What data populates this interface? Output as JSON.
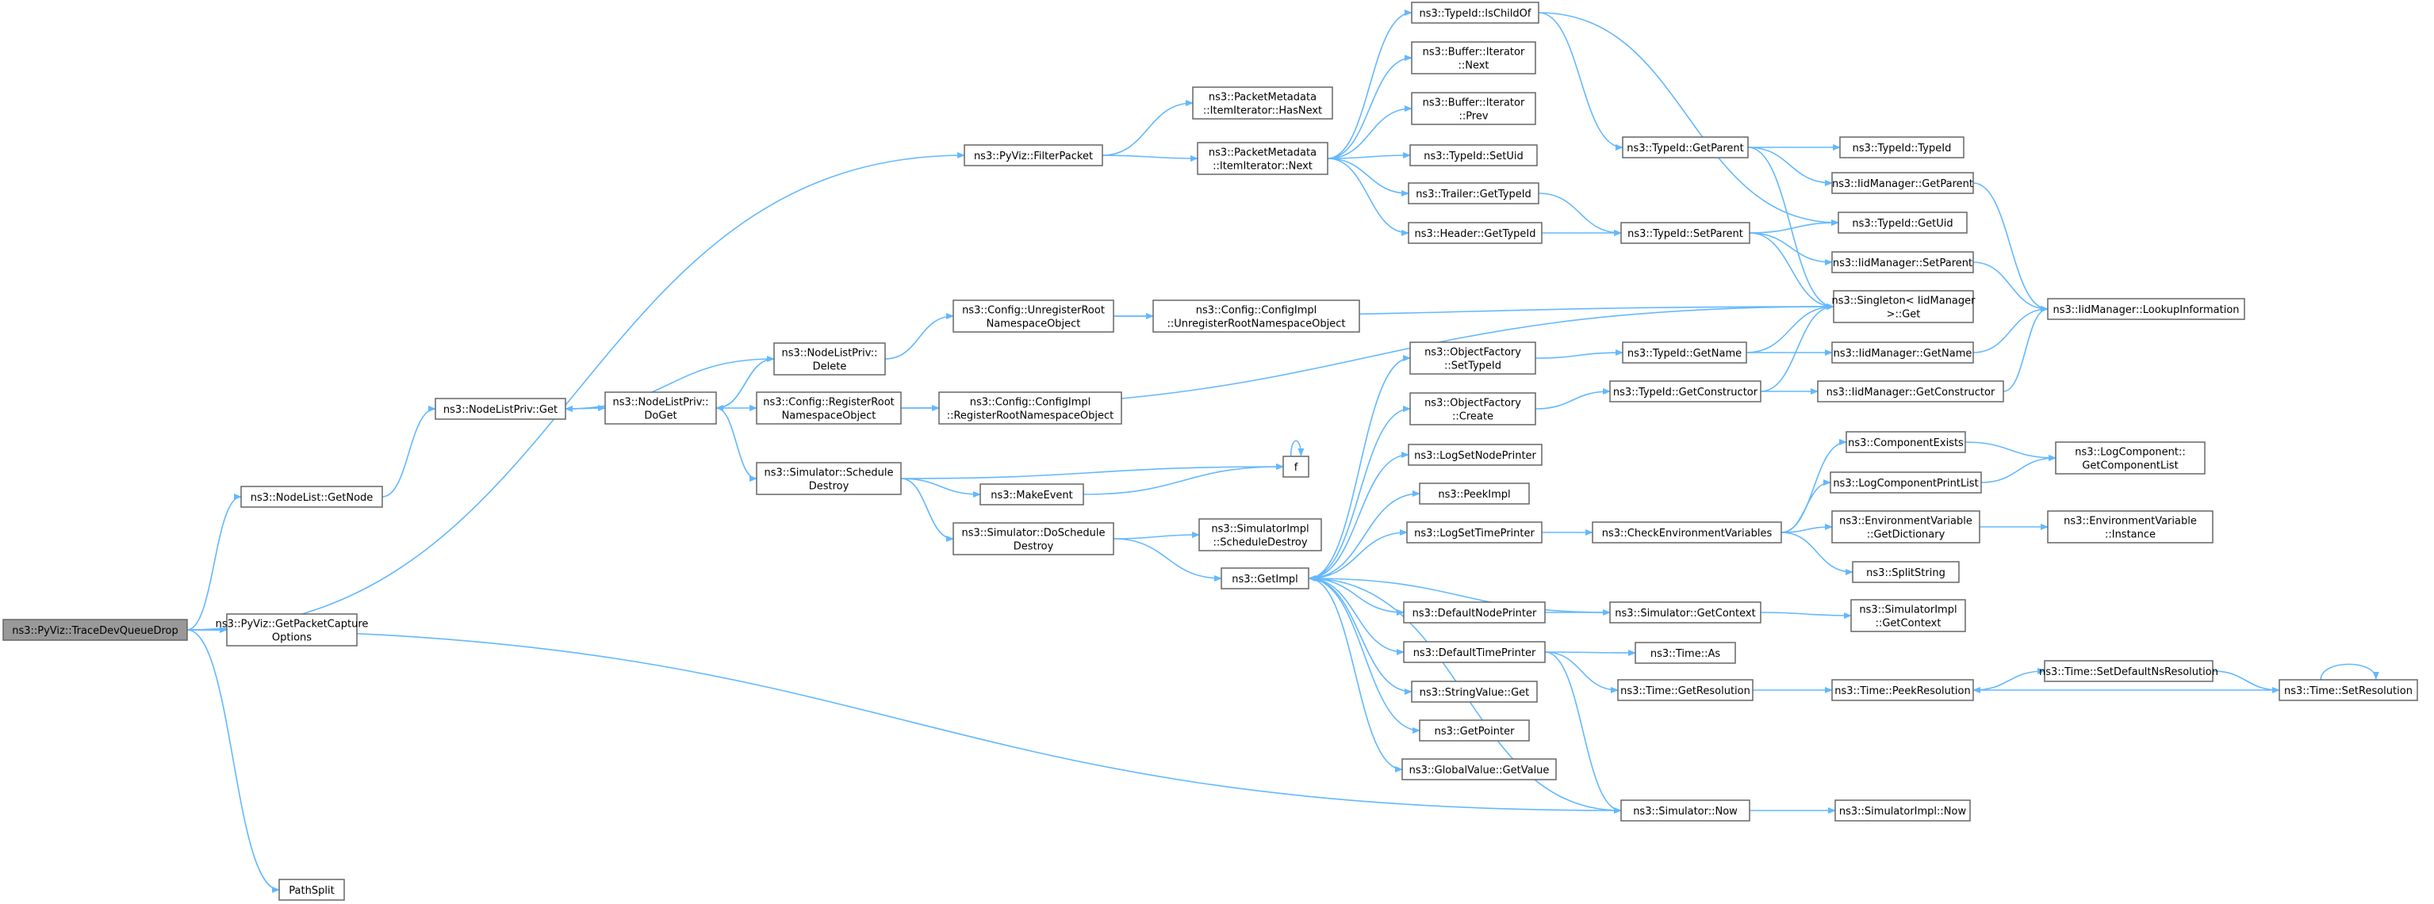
{
  "colors": {
    "edge": "#63b8ff",
    "node_border": "#666666",
    "root_fill": "#999999",
    "node_fill": "#ffffff"
  },
  "nodes": [
    {
      "id": "root",
      "lines": [
        "ns3::PyViz::TraceDevQueueDrop"
      ],
      "root": true
    },
    {
      "id": "getPacketCapture",
      "lines": [
        "ns3::PyViz::GetPacketCapture",
        "Options"
      ]
    },
    {
      "id": "pathSplit",
      "lines": [
        "PathSplit"
      ]
    },
    {
      "id": "nodeListGetNode",
      "lines": [
        "ns3::NodeList::GetNode"
      ]
    },
    {
      "id": "nodeListPrivGet",
      "lines": [
        "ns3::NodeListPriv::Get"
      ]
    },
    {
      "id": "nodeListPrivDoGet",
      "lines": [
        "ns3::NodeListPriv::",
        "DoGet"
      ]
    },
    {
      "id": "nodeListPrivDelete",
      "lines": [
        "ns3::NodeListPriv::",
        "Delete"
      ]
    },
    {
      "id": "filterPacket",
      "lines": [
        "ns3::PyViz::FilterPacket"
      ]
    },
    {
      "id": "itemHasNext",
      "lines": [
        "ns3::PacketMetadata",
        "::ItemIterator::HasNext"
      ]
    },
    {
      "id": "itemNext",
      "lines": [
        "ns3::PacketMetadata",
        "::ItemIterator::Next"
      ]
    },
    {
      "id": "isChildOf",
      "lines": [
        "ns3::TypeId::IsChildOf"
      ]
    },
    {
      "id": "bufNext",
      "lines": [
        "ns3::Buffer::Iterator",
        "::Next"
      ]
    },
    {
      "id": "bufPrev",
      "lines": [
        "ns3::Buffer::Iterator",
        "::Prev"
      ]
    },
    {
      "id": "setUid",
      "lines": [
        "ns3::TypeId::SetUid"
      ]
    },
    {
      "id": "trailerGetTypeId",
      "lines": [
        "ns3::Trailer::GetTypeId"
      ]
    },
    {
      "id": "headerGetTypeId",
      "lines": [
        "ns3::Header::GetTypeId"
      ]
    },
    {
      "id": "getParent",
      "lines": [
        "ns3::TypeId::GetParent"
      ]
    },
    {
      "id": "setParent",
      "lines": [
        "ns3::TypeId::SetParent"
      ]
    },
    {
      "id": "typeIdCtor",
      "lines": [
        "ns3::TypeId::TypeId"
      ]
    },
    {
      "id": "iidGetParent",
      "lines": [
        "ns3::IidManager::GetParent"
      ]
    },
    {
      "id": "getUid",
      "lines": [
        "ns3::TypeId::GetUid"
      ]
    },
    {
      "id": "iidSetParent",
      "lines": [
        "ns3::IidManager::SetParent"
      ]
    },
    {
      "id": "singleton",
      "lines": [
        "ns3::Singleton< IidManager",
        ">::Get"
      ]
    },
    {
      "id": "lookupInfo",
      "lines": [
        "ns3::IidManager::LookupInformation"
      ]
    },
    {
      "id": "unregRoot",
      "lines": [
        "ns3::Config::UnregisterRoot",
        "NamespaceObject"
      ]
    },
    {
      "id": "implUnregRoot",
      "lines": [
        "ns3::Config::ConfigImpl",
        "::UnregisterRootNamespaceObject"
      ]
    },
    {
      "id": "regRoot",
      "lines": [
        "ns3::Config::RegisterRoot",
        "NamespaceObject"
      ]
    },
    {
      "id": "implRegRoot",
      "lines": [
        "ns3::Config::ConfigImpl",
        "::RegisterRootNamespaceObject"
      ]
    },
    {
      "id": "schedDestroy",
      "lines": [
        "ns3::Simulator::Schedule",
        "Destroy"
      ]
    },
    {
      "id": "makeEvent",
      "lines": [
        "ns3::MakeEvent"
      ]
    },
    {
      "id": "fNode",
      "lines": [
        "f"
      ]
    },
    {
      "id": "doSchedDestroy",
      "lines": [
        "ns3::Simulator::DoSchedule",
        "Destroy"
      ]
    },
    {
      "id": "simImplSchedDestroy",
      "lines": [
        "ns3::SimulatorImpl",
        "::ScheduleDestroy"
      ]
    },
    {
      "id": "getImpl",
      "lines": [
        "ns3::GetImpl"
      ]
    },
    {
      "id": "ofSetTypeId",
      "lines": [
        "ns3::ObjectFactory",
        "::SetTypeId"
      ]
    },
    {
      "id": "ofCreate",
      "lines": [
        "ns3::ObjectFactory",
        "::Create"
      ]
    },
    {
      "id": "logSetNodePrinter",
      "lines": [
        "ns3::LogSetNodePrinter"
      ]
    },
    {
      "id": "peekImpl",
      "lines": [
        "ns3::PeekImpl"
      ]
    },
    {
      "id": "logSetTimePrinter",
      "lines": [
        "ns3::LogSetTimePrinter"
      ]
    },
    {
      "id": "defaultNodePrinter",
      "lines": [
        "ns3::DefaultNodePrinter"
      ]
    },
    {
      "id": "defaultTimePrinter",
      "lines": [
        "ns3::DefaultTimePrinter"
      ]
    },
    {
      "id": "stringValueGet",
      "lines": [
        "ns3::StringValue::Get"
      ]
    },
    {
      "id": "getPointer",
      "lines": [
        "ns3::GetPointer"
      ]
    },
    {
      "id": "globalValueGetValue",
      "lines": [
        "ns3::GlobalValue::GetValue"
      ]
    },
    {
      "id": "typeIdGetName",
      "lines": [
        "ns3::TypeId::GetName"
      ]
    },
    {
      "id": "iidGetName",
      "lines": [
        "ns3::IidManager::GetName"
      ]
    },
    {
      "id": "typeIdGetCtor",
      "lines": [
        "ns3::TypeId::GetConstructor"
      ]
    },
    {
      "id": "iidGetCtor",
      "lines": [
        "ns3::IidManager::GetConstructor"
      ]
    },
    {
      "id": "checkEnv",
      "lines": [
        "ns3::CheckEnvironmentVariables"
      ]
    },
    {
      "id": "componentExists",
      "lines": [
        "ns3::ComponentExists"
      ]
    },
    {
      "id": "logComponentPrintList",
      "lines": [
        "ns3::LogComponentPrintList"
      ]
    },
    {
      "id": "envGetDict",
      "lines": [
        "ns3::EnvironmentVariable",
        "::GetDictionary"
      ]
    },
    {
      "id": "splitString",
      "lines": [
        "ns3::SplitString"
      ]
    },
    {
      "id": "getComponentList",
      "lines": [
        "ns3::LogComponent::",
        "GetComponentList"
      ]
    },
    {
      "id": "envInstance",
      "lines": [
        "ns3::EnvironmentVariable",
        "::Instance"
      ]
    },
    {
      "id": "simGetContext",
      "lines": [
        "ns3::Simulator::GetContext"
      ]
    },
    {
      "id": "simImplGetContext",
      "lines": [
        "ns3::SimulatorImpl",
        "::GetContext"
      ]
    },
    {
      "id": "timeAs",
      "lines": [
        "ns3::Time::As"
      ]
    },
    {
      "id": "timeGetRes",
      "lines": [
        "ns3::Time::GetResolution"
      ]
    },
    {
      "id": "timePeekRes",
      "lines": [
        "ns3::Time::PeekResolution"
      ]
    },
    {
      "id": "timeSetDefaultNsRes",
      "lines": [
        "ns3::Time::SetDefaultNsResolution"
      ]
    },
    {
      "id": "timeSetRes",
      "lines": [
        "ns3::Time::SetResolution"
      ]
    },
    {
      "id": "simNow",
      "lines": [
        "ns3::Simulator::Now"
      ]
    },
    {
      "id": "simImplNow",
      "lines": [
        "ns3::SimulatorImpl::Now"
      ]
    }
  ],
  "edges": [
    [
      "root",
      "getPacketCapture"
    ],
    [
      "root",
      "pathSplit"
    ],
    [
      "root",
      "nodeListGetNode"
    ],
    [
      "root",
      "filterPacket"
    ],
    [
      "root",
      "simNow"
    ],
    [
      "nodeListGetNode",
      "nodeListPrivGet"
    ],
    [
      "nodeListPrivGet",
      "nodeListPrivDoGet"
    ],
    [
      "nodeListPrivDoGet",
      "nodeListPrivDelete"
    ],
    [
      "nodeListPrivDoGet",
      "regRoot"
    ],
    [
      "nodeListPrivDoGet",
      "schedDestroy"
    ],
    [
      "nodeListPrivDoGet",
      "nodeListPrivGet"
    ],
    [
      "nodeListPrivDelete",
      "nodeListPrivGet"
    ],
    [
      "nodeListPrivDelete",
      "nodeListPrivDoGet"
    ],
    [
      "nodeListPrivDelete",
      "unregRoot"
    ],
    [
      "unregRoot",
      "implUnregRoot"
    ],
    [
      "unregRoot",
      "singleton"
    ],
    [
      "regRoot",
      "implRegRoot"
    ],
    [
      "regRoot",
      "singleton"
    ],
    [
      "schedDestroy",
      "makeEvent"
    ],
    [
      "schedDestroy",
      "fNode"
    ],
    [
      "schedDestroy",
      "doSchedDestroy"
    ],
    [
      "makeEvent",
      "fNode"
    ],
    [
      "fNode",
      "fNode"
    ],
    [
      "doSchedDestroy",
      "simImplSchedDestroy"
    ],
    [
      "doSchedDestroy",
      "getImpl"
    ],
    [
      "filterPacket",
      "itemHasNext"
    ],
    [
      "filterPacket",
      "itemNext"
    ],
    [
      "itemNext",
      "isChildOf"
    ],
    [
      "itemNext",
      "bufNext"
    ],
    [
      "itemNext",
      "bufPrev"
    ],
    [
      "itemNext",
      "setUid"
    ],
    [
      "itemNext",
      "trailerGetTypeId"
    ],
    [
      "itemNext",
      "headerGetTypeId"
    ],
    [
      "isChildOf",
      "getParent"
    ],
    [
      "isChildOf",
      "getUid"
    ],
    [
      "trailerGetTypeId",
      "setParent"
    ],
    [
      "headerGetTypeId",
      "setParent"
    ],
    [
      "getParent",
      "typeIdCtor"
    ],
    [
      "getParent",
      "iidGetParent"
    ],
    [
      "getParent",
      "singleton"
    ],
    [
      "setParent",
      "getUid"
    ],
    [
      "setParent",
      "iidSetParent"
    ],
    [
      "setParent",
      "singleton"
    ],
    [
      "iidGetParent",
      "lookupInfo"
    ],
    [
      "iidSetParent",
      "lookupInfo"
    ],
    [
      "getImpl",
      "ofSetTypeId"
    ],
    [
      "getImpl",
      "ofCreate"
    ],
    [
      "getImpl",
      "logSetNodePrinter"
    ],
    [
      "getImpl",
      "peekImpl"
    ],
    [
      "getImpl",
      "logSetTimePrinter"
    ],
    [
      "getImpl",
      "defaultNodePrinter"
    ],
    [
      "getImpl",
      "defaultTimePrinter"
    ],
    [
      "getImpl",
      "stringValueGet"
    ],
    [
      "getImpl",
      "getPointer"
    ],
    [
      "getImpl",
      "globalValueGetValue"
    ],
    [
      "ofSetTypeId",
      "typeIdGetName"
    ],
    [
      "ofCreate",
      "typeIdGetCtor"
    ],
    [
      "typeIdGetName",
      "singleton"
    ],
    [
      "typeIdGetName",
      "iidGetName"
    ],
    [
      "typeIdGetCtor",
      "singleton"
    ],
    [
      "typeIdGetCtor",
      "iidGetCtor"
    ],
    [
      "iidGetName",
      "lookupInfo"
    ],
    [
      "iidGetCtor",
      "lookupInfo"
    ],
    [
      "logSetTimePrinter",
      "checkEnv"
    ],
    [
      "checkEnv",
      "componentExists"
    ],
    [
      "checkEnv",
      "logComponentPrintList"
    ],
    [
      "checkEnv",
      "envGetDict"
    ],
    [
      "checkEnv",
      "splitString"
    ],
    [
      "componentExists",
      "getComponentList"
    ],
    [
      "logComponentPrintList",
      "getComponentList"
    ],
    [
      "envGetDict",
      "envInstance"
    ],
    [
      "defaultNodePrinter",
      "simGetContext"
    ],
    [
      "simGetContext",
      "simImplGetContext"
    ],
    [
      "simGetContext",
      "getImpl"
    ],
    [
      "defaultTimePrinter",
      "timeAs"
    ],
    [
      "defaultTimePrinter",
      "timeGetRes"
    ],
    [
      "defaultTimePrinter",
      "simNow"
    ],
    [
      "timeGetRes",
      "timePeekRes"
    ],
    [
      "timePeekRes",
      "timeSetDefaultNsRes"
    ],
    [
      "timeSetDefaultNsRes",
      "timeSetRes"
    ],
    [
      "timeSetRes",
      "timePeekRes"
    ],
    [
      "timeSetRes",
      "timeSetRes"
    ],
    [
      "simNow",
      "simImplNow"
    ],
    [
      "simNow",
      "getImpl"
    ]
  ]
}
